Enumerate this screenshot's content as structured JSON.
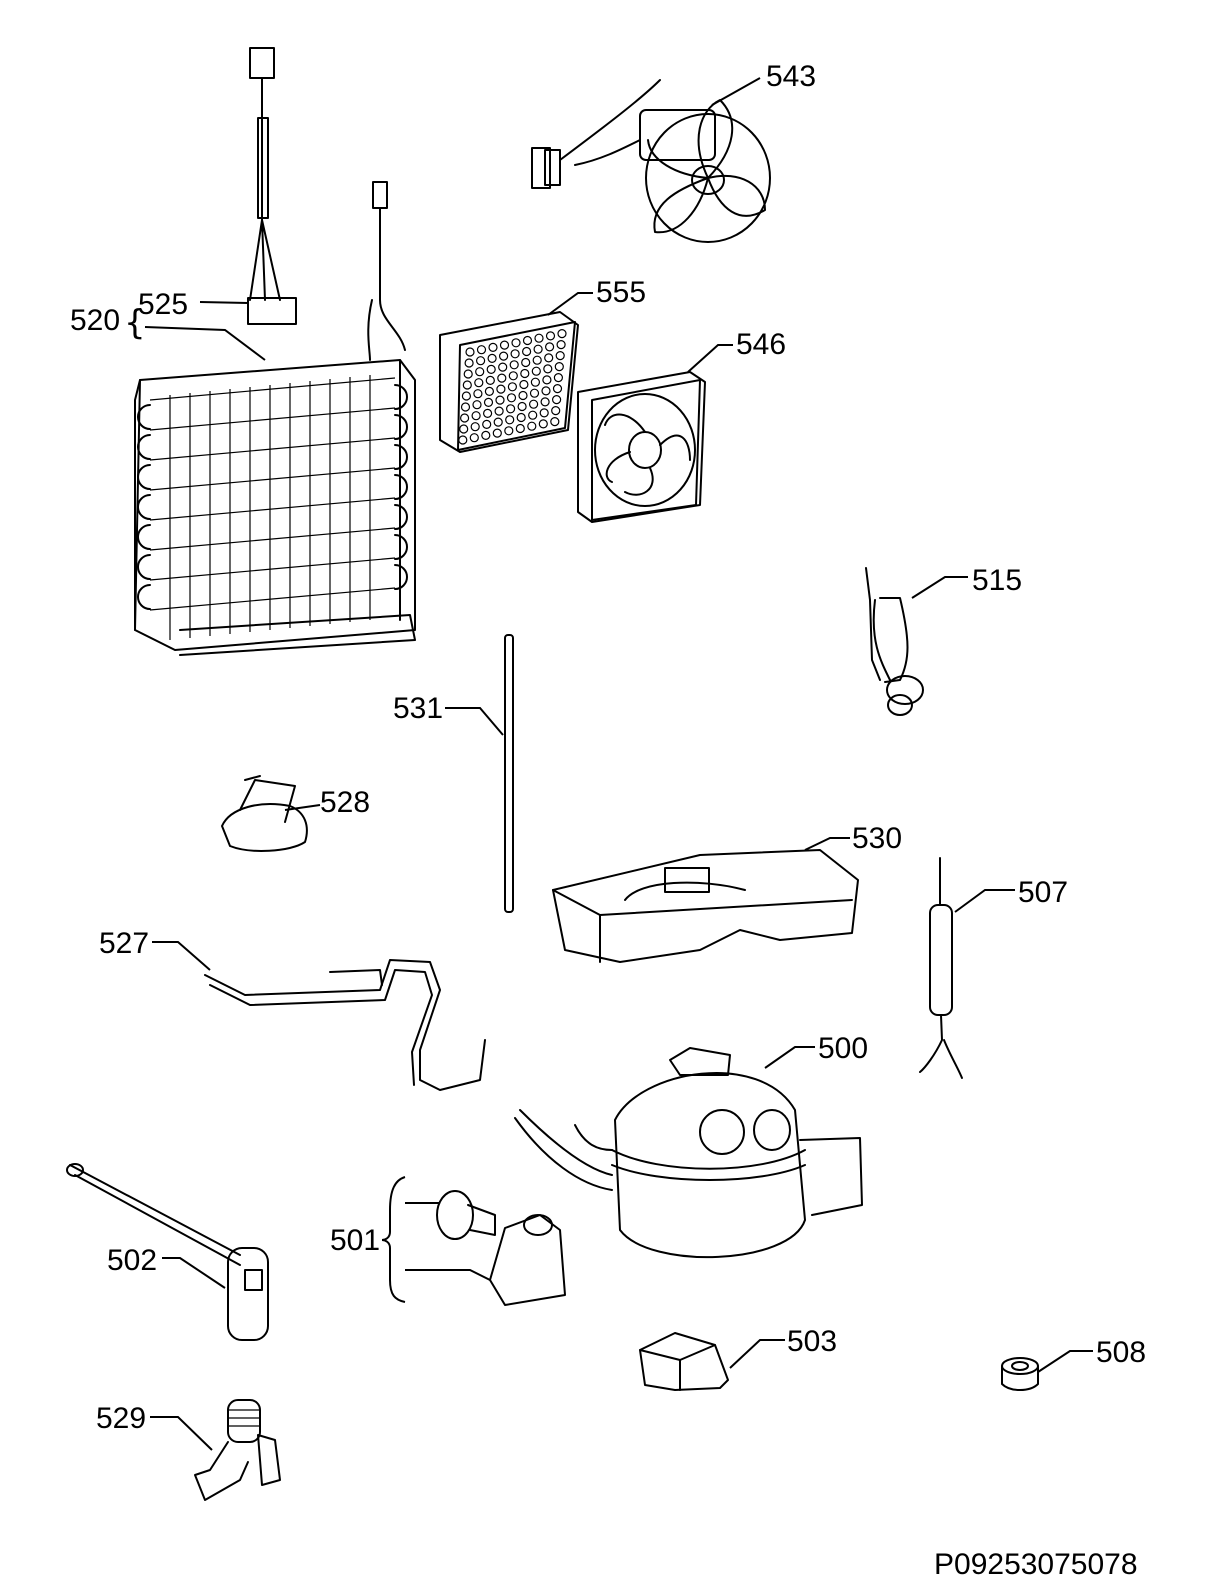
{
  "labels": {
    "p543": "543",
    "p520": "520",
    "p525": "525",
    "p555": "555",
    "p546": "546",
    "p515": "515",
    "p531": "531",
    "p528": "528",
    "p530": "530",
    "p507": "507",
    "p527": "527",
    "p500": "500",
    "p501": "501",
    "p502": "502",
    "p503": "503",
    "p508": "508",
    "p529": "529"
  },
  "document_code": "P09253075078"
}
